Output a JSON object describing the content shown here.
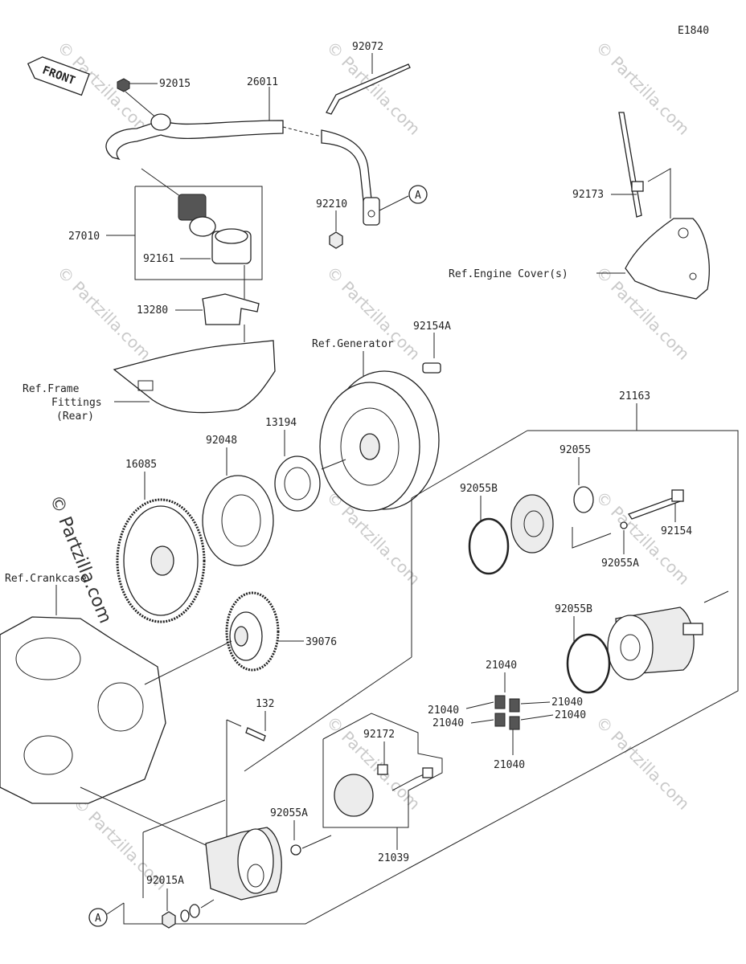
{
  "diagram_code": "E1840",
  "front_label": "FRONT",
  "watermark": "© Partzilla.com",
  "callout_a": "A",
  "labels": {
    "p92015": "92015",
    "p26011": "26011",
    "p92072": "92072",
    "p27010": "27010",
    "p92210": "92210",
    "p92161": "92161",
    "p92173": "92173",
    "ref_engine_cover": "Ref.Engine Cover(s)",
    "p13280": "13280",
    "p92154a": "92154A",
    "ref_generator": "Ref.Generator",
    "ref_frame_1": "Ref.Frame",
    "ref_frame_2": "Fittings",
    "ref_frame_3": "(Rear)",
    "p21163": "21163",
    "p13194": "13194",
    "p92048": "92048",
    "p16085": "16085",
    "p92055": "92055",
    "p92055b_top": "92055B",
    "p92154": "92154",
    "p92055a_right": "92055A",
    "ref_crankcase": "Ref.Crankcase",
    "p39076": "39076",
    "p92055b_mid": "92055B",
    "p21040_top": "21040",
    "p21040_l1": "21040",
    "p21040_r1": "21040",
    "p21040_l2": "21040",
    "p21040_r2": "21040",
    "p21040_bot": "21040",
    "p132": "132",
    "p92172": "92172",
    "p92055a_left": "92055A",
    "p21039": "21039",
    "p92015a": "92015A"
  }
}
